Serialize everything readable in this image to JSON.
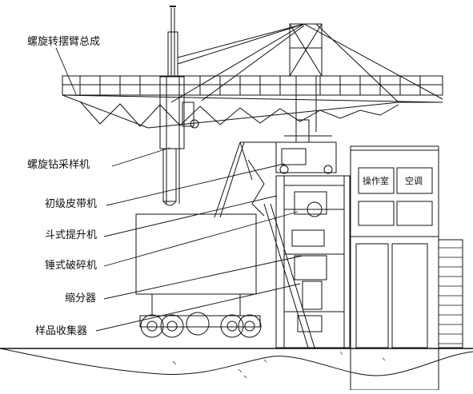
{
  "labels": {
    "spiral_swing_arm": "螺旋转摆臂总成",
    "spiral_drill_sampler": "螺旋钻采样机",
    "primary_belt": "初级皮带机",
    "bucket_elevator": "斗式提升机",
    "hammer_crusher": "锤式破碎机",
    "divider": "缩分器",
    "sample_collector": "样品收集器"
  },
  "cabin": {
    "control_room": "操作室",
    "air_conditioner": "空调"
  },
  "colors": {
    "line": "#111111",
    "background": "#ffffff"
  }
}
